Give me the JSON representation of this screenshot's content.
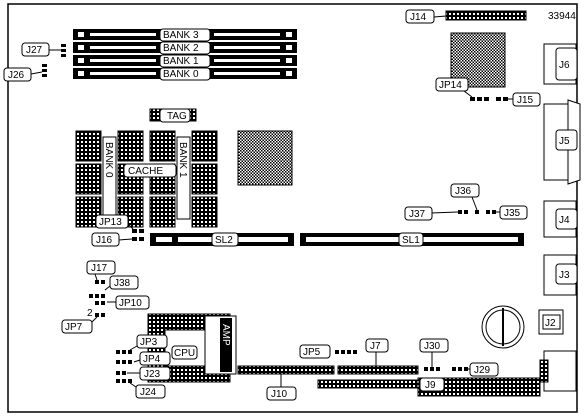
{
  "board_id": "33944",
  "memory_banks": [
    "BANK 3",
    "BANK 2",
    "BANK 1",
    "BANK 0"
  ],
  "cache": {
    "tag_label": "TAG",
    "label": "CACHE",
    "bank_left": "BANK 0",
    "bank_right": "BANK 1"
  },
  "slots": {
    "sl1": "SL1",
    "sl2": "SL2"
  },
  "cpu": {
    "label": "CPU",
    "socket_text": "AMP"
  },
  "jumpers": {
    "j2": "J2",
    "j3": "J3",
    "j4": "J4",
    "j5": "J5",
    "j6": "J6",
    "j7": "J7",
    "j9": "J9",
    "j10": "J10",
    "j14": "J14",
    "j15": "J15",
    "j16": "J16",
    "j17": "J17",
    "j23": "J23",
    "j24": "J24",
    "j26": "J26",
    "j27": "J27",
    "j29": "J29",
    "j30": "J30",
    "j35": "J35",
    "j36": "J36",
    "j37": "J37",
    "j38": "J38",
    "jp3": "JP3",
    "jp4": "JP4",
    "jp5": "JP5",
    "jp7": "JP7",
    "jp10": "JP10",
    "jp13": "JP13",
    "jp14": "JP14"
  },
  "pin_marker": "2"
}
